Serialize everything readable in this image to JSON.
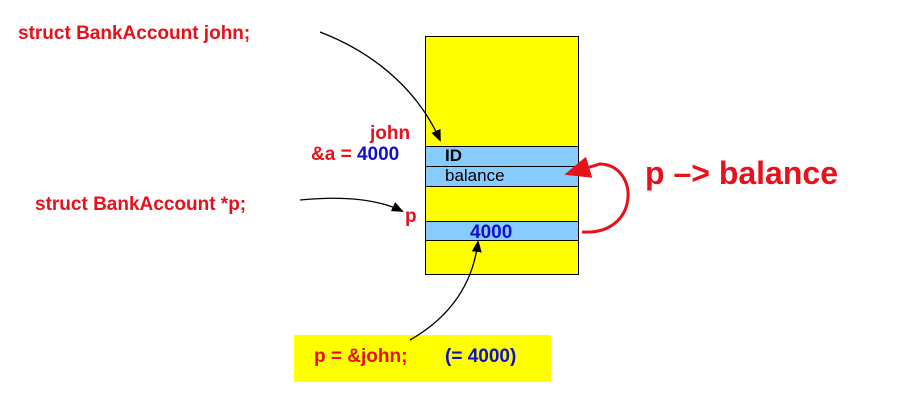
{
  "decl_john": "struct BankAccount john;",
  "decl_p": "struct BankAccount *p;",
  "label_john": "john",
  "addr_prefix": "&a = ",
  "addr_value": "4000",
  "field_id": "ID",
  "field_balance": "balance",
  "label_p": "p",
  "pointer_value": "4000",
  "arrow_expr": "p –> balance",
  "assign_code": "p = &john;",
  "assign_note": "(= 4000)",
  "colors": {
    "memory": "#ffff00",
    "field": "#88ccff",
    "red": "#e8101a",
    "blue": "#1010cc"
  }
}
